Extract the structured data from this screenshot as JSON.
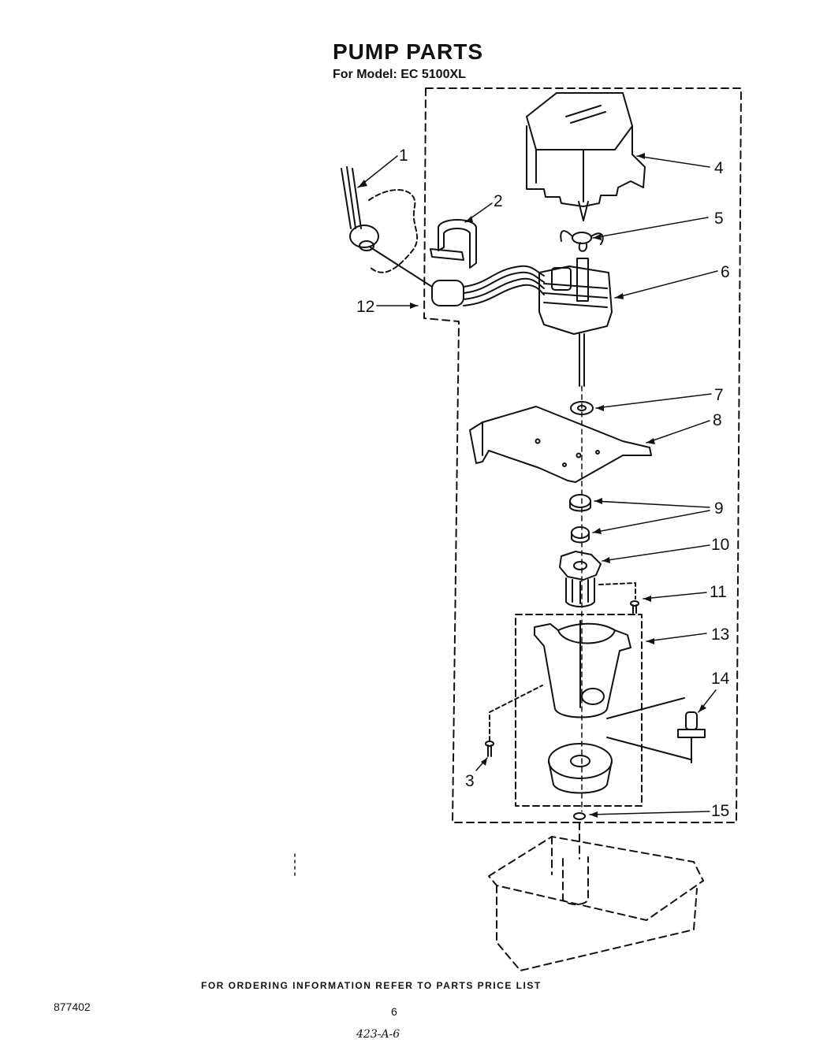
{
  "header": {
    "title": "PUMP PARTS",
    "model_line": "For Model: EC 5100XL"
  },
  "callouts": [
    {
      "num": "1",
      "part": "wire-lead"
    },
    {
      "num": "2",
      "part": "clip"
    },
    {
      "num": "3",
      "part": "screw"
    },
    {
      "num": "4",
      "part": "motor-cover"
    },
    {
      "num": "5",
      "part": "fan-blade"
    },
    {
      "num": "6",
      "part": "pump-motor"
    },
    {
      "num": "7",
      "part": "grommet"
    },
    {
      "num": "8",
      "part": "mounting-bracket"
    },
    {
      "num": "9",
      "part": "bushing"
    },
    {
      "num": "10",
      "part": "impeller"
    },
    {
      "num": "11",
      "part": "screw"
    },
    {
      "num": "12",
      "part": "wire-harness"
    },
    {
      "num": "13",
      "part": "pump-housing"
    },
    {
      "num": "14",
      "part": "float-switch"
    },
    {
      "num": "15",
      "part": "washer"
    }
  ],
  "footer": {
    "ordering_note": "FOR ORDERING INFORMATION REFER TO PARTS PRICE LIST",
    "doc_number": "877402",
    "page_number": "6",
    "handwritten_ref": "423-A-6"
  }
}
